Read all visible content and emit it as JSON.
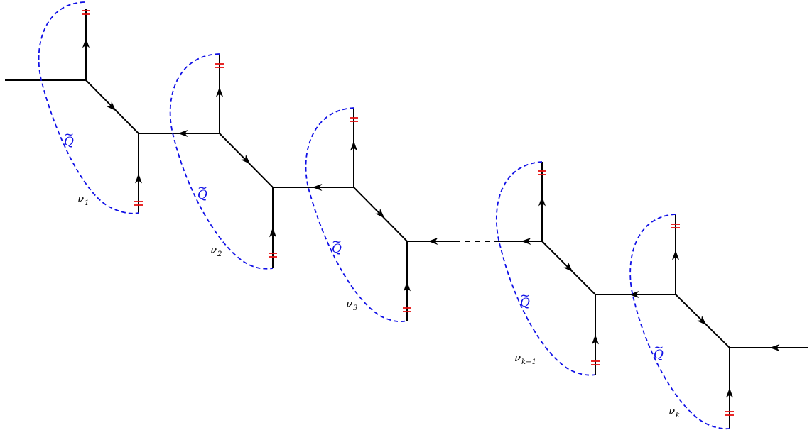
{
  "diagram": {
    "q_label": "Q",
    "q_tilde": "~",
    "cells": [
      {
        "nu": "ν",
        "sub": "1"
      },
      {
        "nu": "ν",
        "sub": "2"
      },
      {
        "nu": "ν",
        "sub": "3"
      },
      {
        "nu": "ν",
        "sub": "k−1"
      },
      {
        "nu": "ν",
        "sub": "k"
      }
    ],
    "colors": {
      "edge": "#000000",
      "q_curve": "#1010e6",
      "brane_mark": "#e61010"
    }
  }
}
